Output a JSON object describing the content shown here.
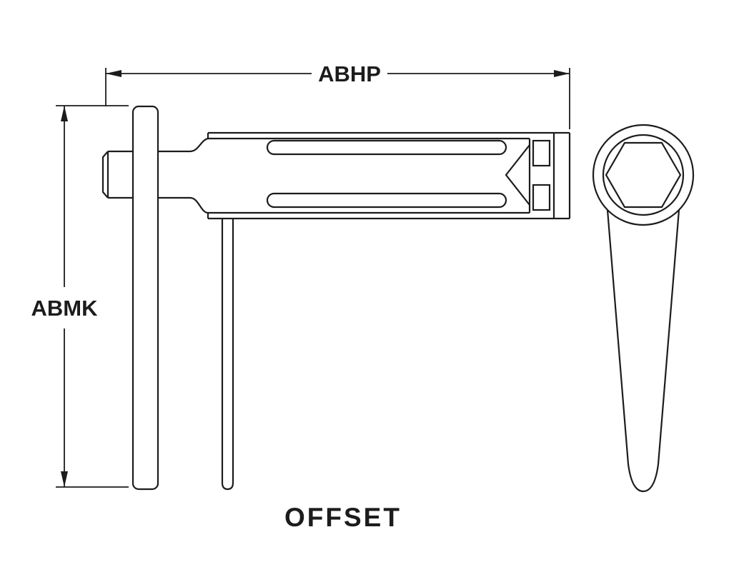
{
  "figure": {
    "title": "OFFSET",
    "type": "technical-line-drawing",
    "line_color": "#1c1c1c",
    "background_color": "#ffffff"
  },
  "dimensions": {
    "horizontal_label": "ABHP",
    "vertical_label": "ABMK"
  }
}
